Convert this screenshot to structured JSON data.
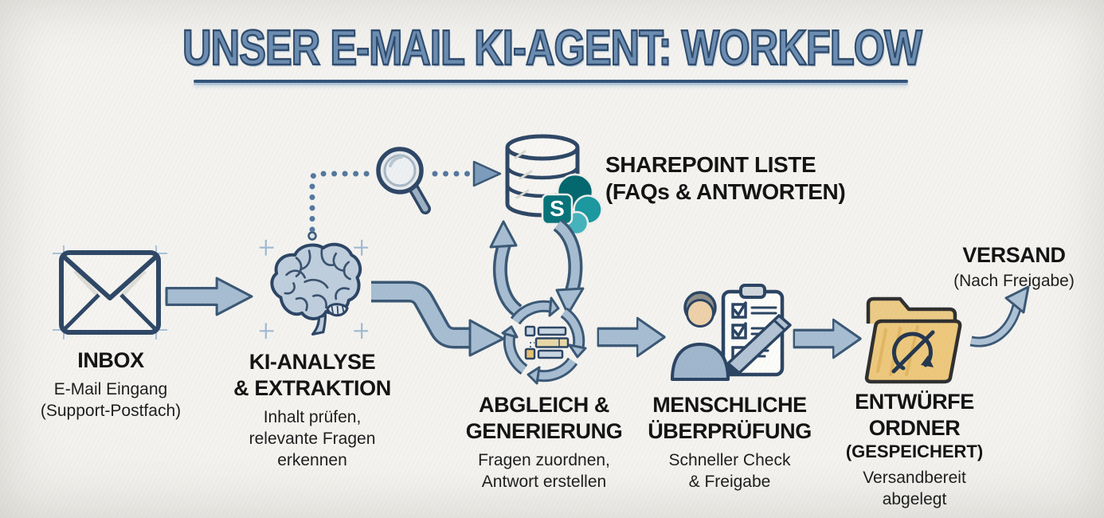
{
  "title": "UNSER E-MAIL KI-AGENT: WORKFLOW",
  "nodes": {
    "inbox": {
      "label": "INBOX",
      "sub": "E-Mail Eingang\n(Support-Postfach)",
      "icon": "envelope-icon"
    },
    "ki_analyse": {
      "label": "KI-ANALYSE\n& EXTRAKTION",
      "sub": "Inhalt prüfen,\nrelevante Fragen\nerkennen",
      "icon": "brain-icon"
    },
    "sharepoint": {
      "label": "SHAREPOINT LISTE\n(FAQs & ANTWORTEN)",
      "icon": "database-icon",
      "logo_icon": "sharepoint-logo-icon",
      "logo_letter": "S"
    },
    "abgleich": {
      "label": "ABGLEICH &\nGENERIERUNG",
      "sub": "Fragen zuordnen,\nAntwort erstellen",
      "icon": "sync-arrows-icon"
    },
    "review": {
      "label": "MENSCHLICHE\nÜBERPRÜFUNG",
      "sub": "Schneller Check\n& Freigabe",
      "icon": "person-checklist-icon"
    },
    "drafts": {
      "label": "ENTWÜRFE\nORDNER",
      "note": "(GESPEICHERT)",
      "sub": "Versandbereit\nabgelegt",
      "icon": "drafts-folder-icon"
    },
    "versand": {
      "label": "VERSAND",
      "sub": "(Nach Freigabe)"
    }
  },
  "connectors": {
    "lookup": "dotted line with magnifier from KI-Analyse to SharePoint Liste",
    "exchange": "two curved arrows between SharePoint Liste and Abgleich & Generierung",
    "flow": "block arrows Inbox → KI-Analyse → Abgleich → Überprüfung → Entwürfe → Versand"
  },
  "colors": {
    "background": "#f2f1ee",
    "ink": "#2e4766",
    "title_blue": "#6c8db1",
    "arrow_fill": "#a7bdd2",
    "folder_yellow": "#ecc87d",
    "highlight_tan": "#e9d8a6",
    "sharepoint_teal_dark": "#03676f",
    "sharepoint_teal_mid": "#1b98a0",
    "sharepoint_teal_light": "#45b3bc",
    "skin": "#eed1a9",
    "label_black": "#131313"
  }
}
